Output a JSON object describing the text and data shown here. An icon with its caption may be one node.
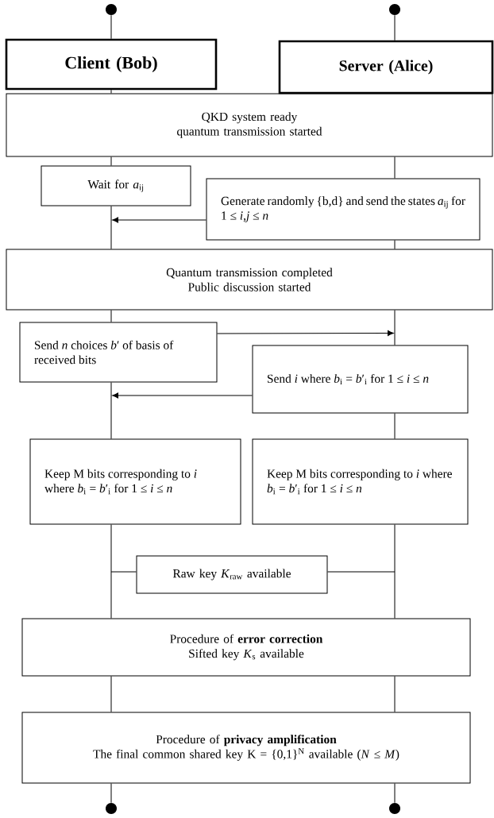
{
  "diagram": {
    "nodes": [
      {
        "text": [],
        "shape": "circle"
      },
      {
        "text": [],
        "shape": "circle"
      },
      {
        "text": [
          "Client (Bob)"
        ]
      },
      {
        "text": [
          "Server (Alice)"
        ]
      },
      {
        "text": [
          "QKD system ready",
          "quantum transmission started"
        ]
      },
      {
        "text": [
          "Wait for *a*$_{ij}$"
        ]
      },
      {
        "text": [
          "Generate randomly {b,d} and send the states *a*$_{ij}$ for 1 ≤ *i*,*j* ≤ *n*"
        ]
      },
      {
        "text": [
          "Quantum transmission completed",
          "Public discussion started"
        ]
      },
      {
        "text": [
          "Send *n* choices *b*′ of basis of received bits"
        ]
      },
      {
        "text": [
          "Send *i* where *b*$_{i}$ = *b*′$_{i}$ for 1 ≤ *i* ≤ *n*"
        ]
      },
      {
        "text": [
          "Keep M bits corresponding to *i* where *b*$_{i}$ = *b*′$_{i}$ for 1 ≤ *i* ≤ *n*"
        ]
      },
      {
        "text": [
          "Keep M bits corresponding to *i* where *b*$_{i}$ = *b*′$_{i}$ for 1 ≤ *i* ≤ *n*"
        ]
      },
      {
        "text": [
          "Raw key *K*$_{raw}$ available"
        ]
      },
      {
        "text": [
          "Procedure of **error correction**",
          "Sifted key *K*$_{s}$ available"
        ]
      },
      {
        "text": [
          "Procedure of **privacy amplification**",
          "The final common shared key K = {0,1}$^{N}$ available (*N* ≤ *M*)"
        ]
      },
      {
        "text": [],
        "shape": "circle"
      },
      {
        "text": [],
        "shape": "circle"
      }
    ],
    "edges": [
      {
        "from": 0,
        "to": 2,
        "arrow": "none"
      },
      {
        "from": 1,
        "to": 3,
        "arrow": "none"
      },
      {
        "from": 2,
        "to": 4,
        "arrow": "none"
      },
      {
        "from": 4,
        "to": 5,
        "arrow": "none"
      },
      {
        "from": 4,
        "to": 6,
        "arrow": "none"
      },
      {
        "from": 5,
        "to": 7,
        "arrow": "none"
      },
      {
        "from": 6,
        "to": null,
        "arrow": "to"
      },
      {
        "from": 6,
        "to": 7,
        "arrow": "none"
      },
      {
        "from": 7,
        "to": 8,
        "arrow": "none"
      },
      {
        "from": 7,
        "to": 9,
        "arrow": "none"
      },
      {
        "from": 8,
        "to": 9,
        "arrow": "to"
      },
      {
        "from": 9,
        "to": null,
        "arrow": "to"
      },
      {
        "from": 8,
        "to": 10,
        "arrow": "none"
      },
      {
        "from": 9,
        "to": 11,
        "arrow": "none"
      },
      {
        "from": 12,
        "to": null,
        "arrow": "none"
      },
      {
        "from": 12,
        "to": null,
        "arrow": "none"
      },
      {
        "from": 10,
        "to": 13,
        "arrow": "none"
      },
      {
        "from": 11,
        "to": 13,
        "arrow": "none"
      },
      {
        "from": 13,
        "to": 14,
        "arrow": "none"
      },
      {
        "from": 13,
        "to": 14,
        "arrow": "none"
      },
      {
        "from": 14,
        "to": 15,
        "arrow": "none"
      },
      {
        "from": 14,
        "to": 16,
        "arrow": "none"
      }
    ]
  }
}
